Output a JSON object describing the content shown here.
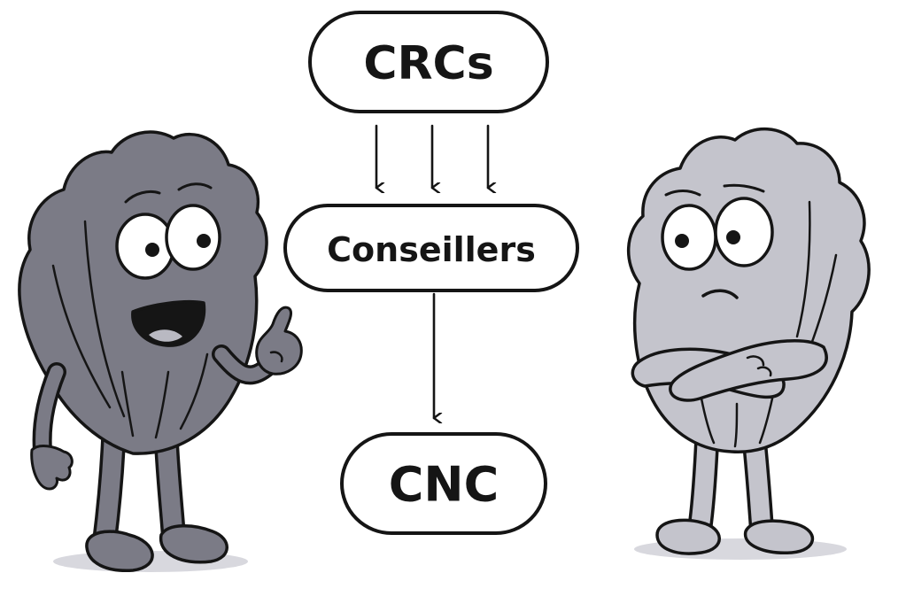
{
  "diagram": {
    "nodes": {
      "top": "CRCs",
      "middle": "Conseillers",
      "bottom": "CNC"
    }
  },
  "colors": {
    "ink": "#151515",
    "left_character_fill": "#7b7b86",
    "right_character_fill": "#c4c4cc",
    "ground_shadow": "#d8d8de"
  },
  "characters": {
    "left": "scallop-character-explaining",
    "right": "scallop-character-skeptical-arms-crossed"
  }
}
